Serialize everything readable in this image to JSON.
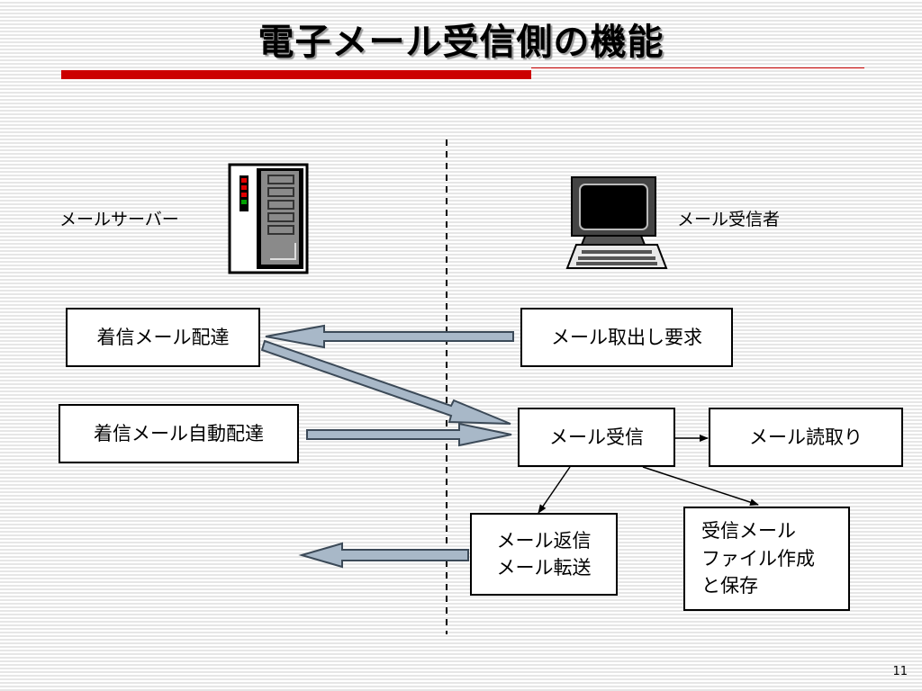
{
  "title": "電子メール受信側の機能",
  "labels": {
    "server": "メールサーバー",
    "receiver": "メール受信者"
  },
  "boxes": {
    "incoming_delivery": "着信メール配達",
    "retrieve_request": "メール取出し要求",
    "auto_delivery": "着信メール自動配達",
    "mail_receive": "メール受信",
    "mail_read": "メール読取り",
    "reply_forward": [
      "メール返信",
      "メール転送"
    ],
    "create_file": [
      "受信メール",
      "ファイル作成",
      "と保存"
    ]
  },
  "icons": {
    "server": "server-icon",
    "computer": "computer-icon"
  },
  "colors": {
    "title_underline": "#cc0000",
    "arrow_fill": "#a8b8c8"
  },
  "page_number": "11"
}
